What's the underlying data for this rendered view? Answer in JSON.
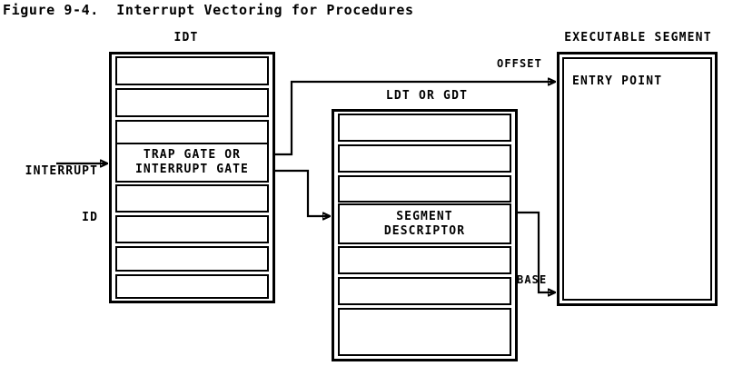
{
  "figure": {
    "title": "Figure 9-4.  Interrupt Vectoring for Procedures"
  },
  "input": {
    "line1": "INTERRUPT",
    "line2": "ID"
  },
  "tables": [
    {
      "id": "idt",
      "label": "IDT",
      "rows": [
        {
          "text": ""
        },
        {
          "text": ""
        },
        {
          "text": ""
        },
        {
          "text": "TRAP GATE OR\nINTERRUPT GATE",
          "highlight": true
        },
        {
          "text": ""
        },
        {
          "text": ""
        },
        {
          "text": ""
        },
        {
          "text": ""
        }
      ]
    },
    {
      "id": "ldt-gdt",
      "label": "LDT OR GDT",
      "rows": [
        {
          "text": ""
        },
        {
          "text": ""
        },
        {
          "text": ""
        },
        {
          "text": "SEGMENT\nDESCRIPTOR",
          "highlight": true
        },
        {
          "text": ""
        },
        {
          "text": ""
        },
        {
          "text": ""
        }
      ]
    }
  ],
  "segment": {
    "label": "EXECUTABLE SEGMENT",
    "entry_point": "ENTRY POINT"
  },
  "connectors": {
    "offset_label": "OFFSET",
    "base_label": "BASE"
  },
  "colors": {
    "ink": "#000000",
    "paper": "#ffffff"
  }
}
